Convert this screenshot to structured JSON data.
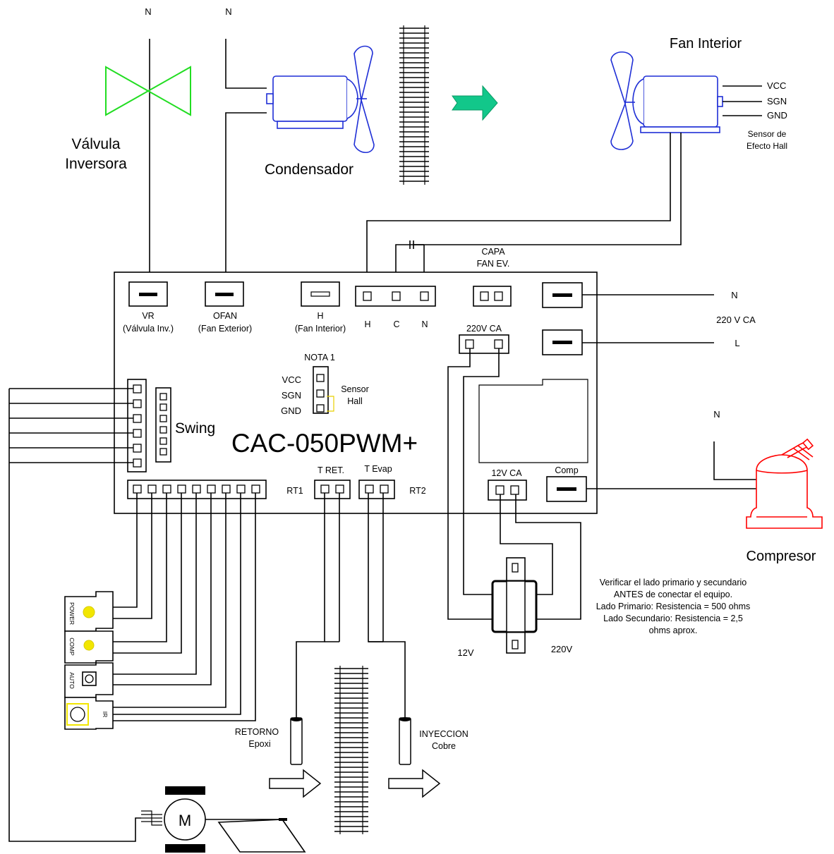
{
  "colors": {
    "valve": "#22dd22",
    "motor": "#1f2fd6",
    "compressor": "#ff0000",
    "airflow_arrow": "#12c78a",
    "led": "#f2e600",
    "hall_bracket": "#e8d000"
  },
  "top": {
    "n_valve": "N",
    "n_fan": "N",
    "valve_label_1": "Válvula",
    "valve_label_2": "Inversora",
    "condenser_label": "Condensador",
    "fan_interior_title": "Fan Interior",
    "fan_vcc": "VCC",
    "fan_sgn": "SGN",
    "fan_gnd": "GND",
    "hall_sensor_1": "Sensor de",
    "hall_sensor_2": "Efecto Hall"
  },
  "board": {
    "model": "CAC-050PWM+",
    "vr": "VR",
    "vr_sub": "(Válvula Inv.)",
    "ofan": "OFAN",
    "ofan_sub": "(Fan Exterior)",
    "h": "H",
    "h_sub": "(Fan Interior)",
    "hcn_h": "H",
    "hcn_c": "C",
    "hcn_n": "N",
    "capa_1": "CAPA",
    "capa_2": "FAN EV.",
    "ac220": "220V CA",
    "ac12": "12V CA",
    "comp": "Comp",
    "nota": "NOTA 1",
    "vcc": "VCC",
    "sgn": "SGN",
    "gnd": "GND",
    "sensor_1": "Sensor",
    "sensor_2": "Hall",
    "swing": "Swing",
    "t_ret": "T RET.",
    "t_evap": "T Evap",
    "rt1": "RT1",
    "rt2": "RT2"
  },
  "power": {
    "n": "N",
    "voltage": "220 V CA",
    "l": "L",
    "comp_n": "N",
    "compressor_label": "Compresor"
  },
  "transformer": {
    "note_1": "Verificar el lado primario y secundario",
    "note_2": "ANTES de conectar el equipo.",
    "note_3": "Lado Primario: Resistencia = 500 ohms",
    "note_4": "Lado Secundario: Resistencia = 2,5",
    "note_5": "ohms aprox.",
    "left": "12V",
    "right": "220V"
  },
  "display": {
    "power": "POWER",
    "comp": "COMP",
    "auto": "AUTO",
    "ir": "IR"
  },
  "sensors": {
    "retorno_1": "RETORNO",
    "retorno_2": "Epoxi",
    "inyeccion_1": "INYECCION",
    "inyeccion_2": "Cobre"
  },
  "motor_symbol": "M"
}
